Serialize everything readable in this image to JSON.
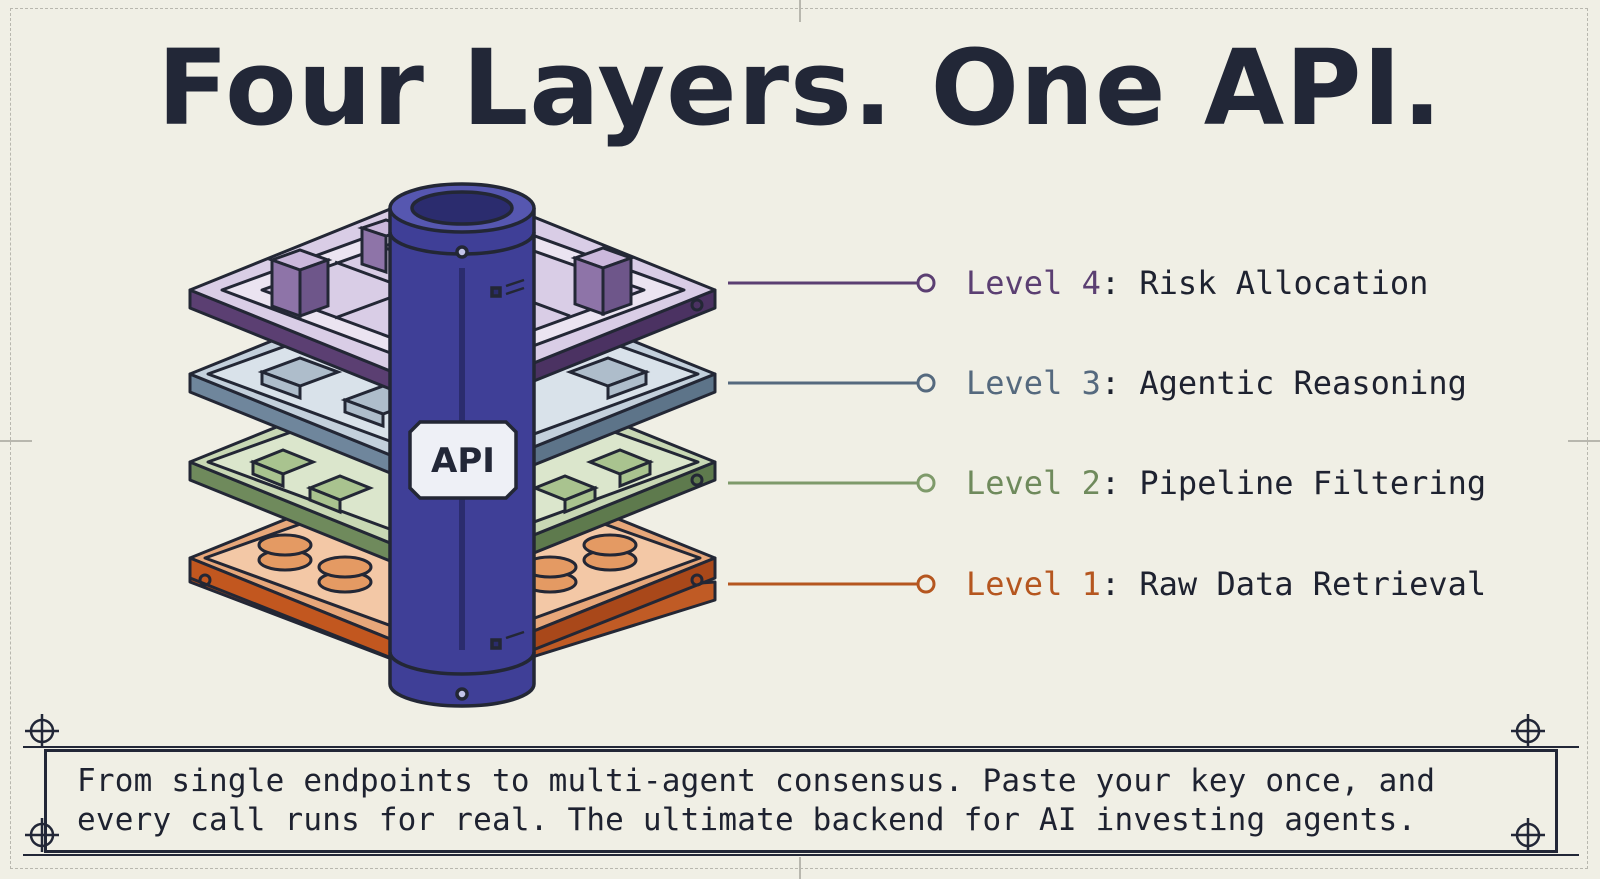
{
  "title": "Four Layers. One API.",
  "pillar": {
    "label": "API"
  },
  "levels": [
    {
      "prefix": "Level 4",
      "name": "Risk Allocation",
      "color": "#5b3f72"
    },
    {
      "prefix": "Level 3",
      "name": "Agentic Reasoning",
      "color": "#55697e"
    },
    {
      "prefix": "Level 2",
      "name": "Pipeline Filtering",
      "color": "#6f8a5c"
    },
    {
      "prefix": "Level 1",
      "name": "Raw Data Retrieval",
      "color": "#b5561f"
    }
  ],
  "caption": {
    "line1": "From single endpoints to multi-agent consensus. Paste your key once, and",
    "line2": "every call runs for real. The ultimate backend for AI investing agents."
  },
  "colors": {
    "background": "#f0efe5",
    "ink": "#222737",
    "pillar": "#3f3f97"
  }
}
